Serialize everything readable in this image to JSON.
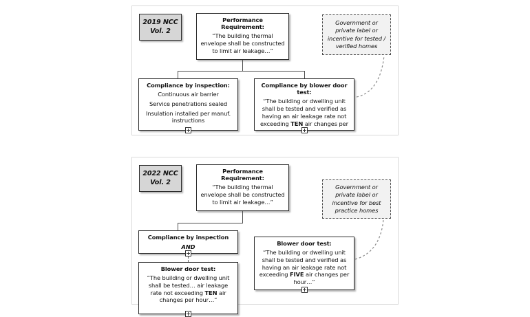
{
  "diagram": {
    "title": "NCC Vol. 2 air tightness compliance pathways",
    "colors": {
      "box_border": "#2b2b2b",
      "chip_fill": "#d6d6d6",
      "note_fill": "#f2f2f2",
      "connector": "#4d4d4d",
      "leader_dash": "#8a8a8a",
      "panel_border": "#d9d9d9",
      "page_background": "#ffffff"
    }
  },
  "panels": [
    {
      "id": "panel-2019",
      "chip": {
        "line1": "2019 NCC",
        "line2": "Vol. 2"
      },
      "performance_requirement": {
        "title": "Performance Requirement:",
        "body": "“The building thermal envelope shall be constructed to limit air leakage…”"
      },
      "note": {
        "text": "Government or private label or incentive for tested / verified homes"
      },
      "branches": [
        {
          "id": "compliance-by-inspection-2019",
          "title": "Compliance by inspection:",
          "lines": [
            "Continuous air barrier",
            "Service penetrations sealed",
            "Insulation installed per manuf. instructions"
          ],
          "expand_icon": "plus-icon"
        },
        {
          "id": "compliance-by-blower-door-test-2019",
          "title": "Compliance by blower door test:",
          "body_pre": "“The building or dwelling unit shall be tested and verified as having an air leakage rate not exceeding ",
          "body_emphasis": "TEN",
          "body_post": " air changes per",
          "expand_icon": "plus-icon"
        }
      ]
    },
    {
      "id": "panel-2022",
      "chip": {
        "line1": "2022 NCC",
        "line2": "Vol. 2"
      },
      "performance_requirement": {
        "title": "Performance Requirement:",
        "body": "“The building thermal envelope shall be constructed to limit air leakage…”"
      },
      "note": {
        "text": "Government or private label or incentive for best practice homes"
      },
      "branches": [
        {
          "id": "compliance-by-inspection-2022",
          "title": "Compliance by inspection",
          "conjunction": "AND",
          "expand_icon": "plus-icon"
        },
        {
          "id": "blower-door-test-left-2022",
          "title": "Blower door test:",
          "body_pre": "“The building or dwelling unit shall be tested… air leakage rate not exceeding ",
          "body_emphasis": "TEN",
          "body_post": " air changes per hour…”",
          "expand_icon": "plus-icon"
        },
        {
          "id": "blower-door-test-right-2022",
          "title": "Blower door test:",
          "body_pre": "“The building or dwelling unit shall be tested and verified as having an air leakage rate not exceeding ",
          "body_emphasis": "FIVE",
          "body_post": " air changes per hour…”",
          "expand_icon": "plus-icon"
        }
      ]
    }
  ]
}
